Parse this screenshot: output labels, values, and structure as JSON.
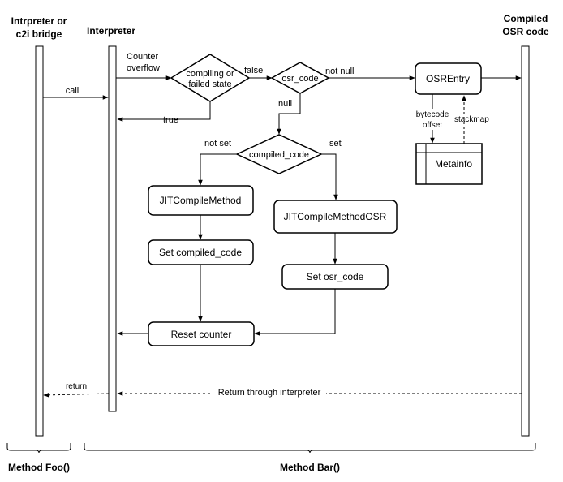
{
  "lanes": {
    "foo_title_1": "Intrpreter or",
    "foo_title_2": "c2i bridge",
    "bar_title": "Interpreter",
    "osr_title_1": "Compiled",
    "osr_title_2": "OSR code"
  },
  "nodes": {
    "decision_state_1": "compiling or",
    "decision_state_2": "failed state",
    "decision_osr": "osr_code",
    "decision_compiled": "compiled_code",
    "jit_compile_method": "JITCompileMethod",
    "set_compiled_code": "Set compiled_code",
    "jit_compile_method_osr": "JITCompileMethodOSR",
    "set_osr_code": "Set osr_code",
    "reset_counter": "Reset counter",
    "osr_entry": "OSREntry",
    "metainfo": "Metainfo"
  },
  "edges": {
    "call": "call",
    "counter_1": "Counter",
    "counter_2": "overflow",
    "false": "false",
    "true": "true",
    "not_null": "not null",
    "null": "null",
    "not_set": "not set",
    "set": "set",
    "bytecode_1": "bytecode",
    "bytecode_2": "offset",
    "stackmap": "stackmap",
    "return": "return",
    "return_through": "Return through interpreter"
  },
  "groups": {
    "method_foo": "Method Foo()",
    "method_bar": "Method Bar()"
  }
}
